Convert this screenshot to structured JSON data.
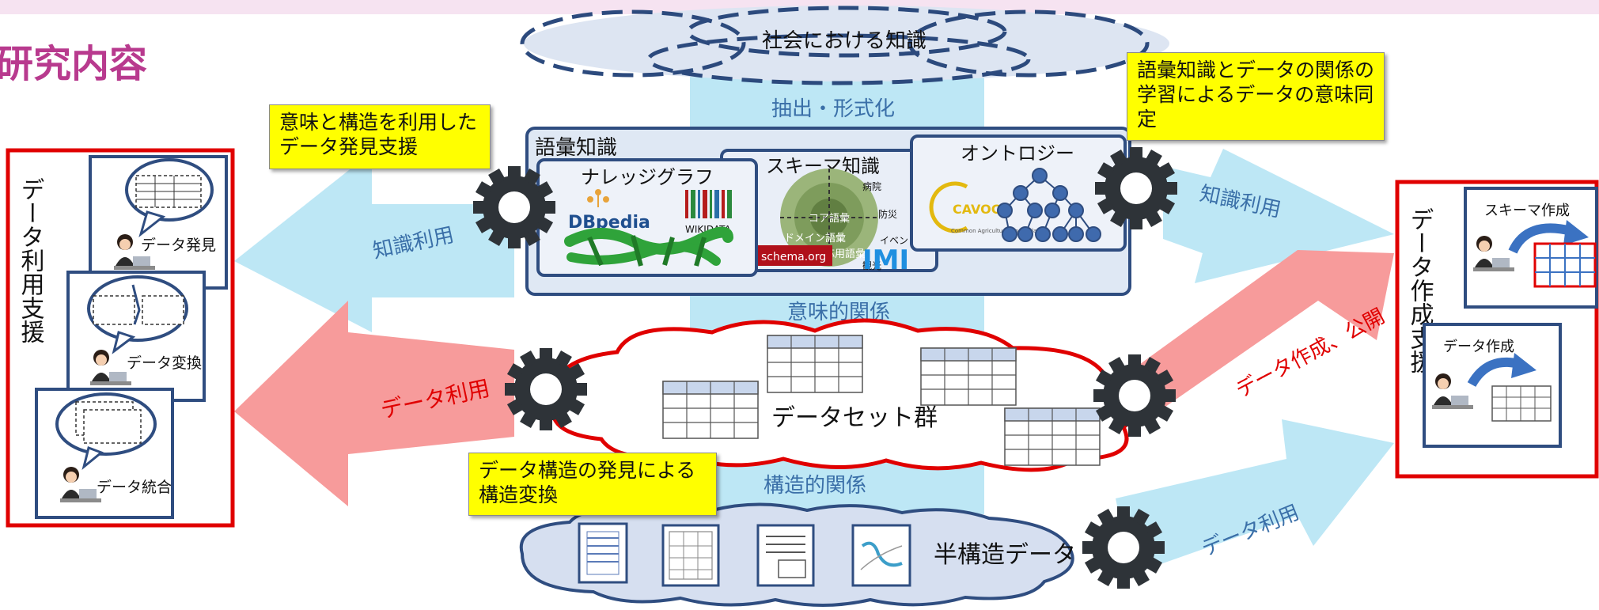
{
  "page_title": "研究内容",
  "social_knowledge": "社会における知識",
  "extract_label": "抽出・形式化",
  "semantic_relation": "意味的関係",
  "structural_relation": "構造的関係",
  "vocab": {
    "title": "語彙知識",
    "knowledge_graph": "ナレッジグラフ",
    "dbpedia": "DBpedia",
    "wikidata": "WIKIDATA",
    "schema": "スキーマ知識",
    "schema_org": "schema.org",
    "imi": "IMI",
    "ontology": "オントロジー",
    "cavoc": "CAVOC",
    "cavoc_sub": "Common Agricultural Vocabulary",
    "circle_core": "コア語彙",
    "circle_domain": "ドメイン語彙",
    "circle_app": "応用語彙",
    "circle_tags": [
      "病院",
      "防災",
      "イベント",
      "観光"
    ]
  },
  "notes": {
    "discovery": "意味と構造を利用したデータ発見支援",
    "identify": "語彙知識とデータの関係の学習によるデータの意味同定",
    "transform": "データ構造の発見による構造変換"
  },
  "arrows": {
    "knowledge_use_left": "知識利用",
    "knowledge_use_right": "知識利用",
    "data_use_left": "データ利用",
    "data_create_publish": "データ作成、公開",
    "data_use_right": "データ利用"
  },
  "dataset_group": "データセット群",
  "semi_structured": "半構造データ",
  "left_panel": {
    "title": "データ利用支援",
    "discover": "データ発見",
    "convert": "データ変換",
    "integrate": "データ統合"
  },
  "right_panel": {
    "title": "データ作成支援",
    "schema_create": "スキーマ作成",
    "data_create": "データ作成"
  },
  "colors": {
    "accent_title": "#b83a8e",
    "red": "#e00000",
    "light_blue": "#bde7f5",
    "pink": "#f79b9b",
    "navy": "#3b5a8a",
    "note_yellow": "#ffff00"
  }
}
